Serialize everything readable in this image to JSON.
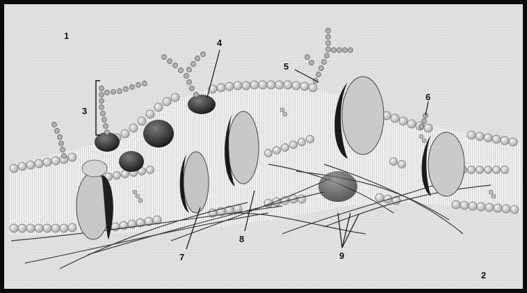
{
  "diagram": {
    "labels": {
      "l1": "1",
      "l2": "2",
      "l3": "3",
      "l4": "4",
      "l5": "5",
      "l6": "6",
      "l7": "7",
      "l8": "8",
      "l9": "9"
    },
    "colors": {
      "background": "#e6e6e6",
      "frame": "#0a0a0a",
      "lipid_head": "#d2d2d2",
      "lipid_outline": "#777777",
      "protein_light": "#c4c4c4",
      "protein_dark": "#2a2a2a",
      "filament": "#3a3a3a"
    }
  }
}
